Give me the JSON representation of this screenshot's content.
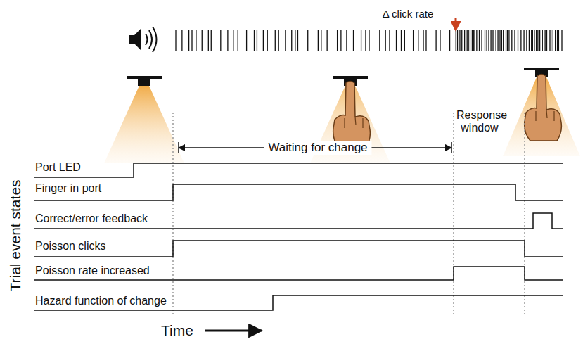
{
  "diagram": {
    "labels": [
      "Δ click rate",
      "Waiting for change",
      "Response window",
      "Trial event states",
      "Port LED",
      "Finger in port",
      "Correct/error feedback",
      "Poisson clicks",
      "Poisson rate increased",
      "Hazard function of change",
      "Time"
    ]
  }
}
